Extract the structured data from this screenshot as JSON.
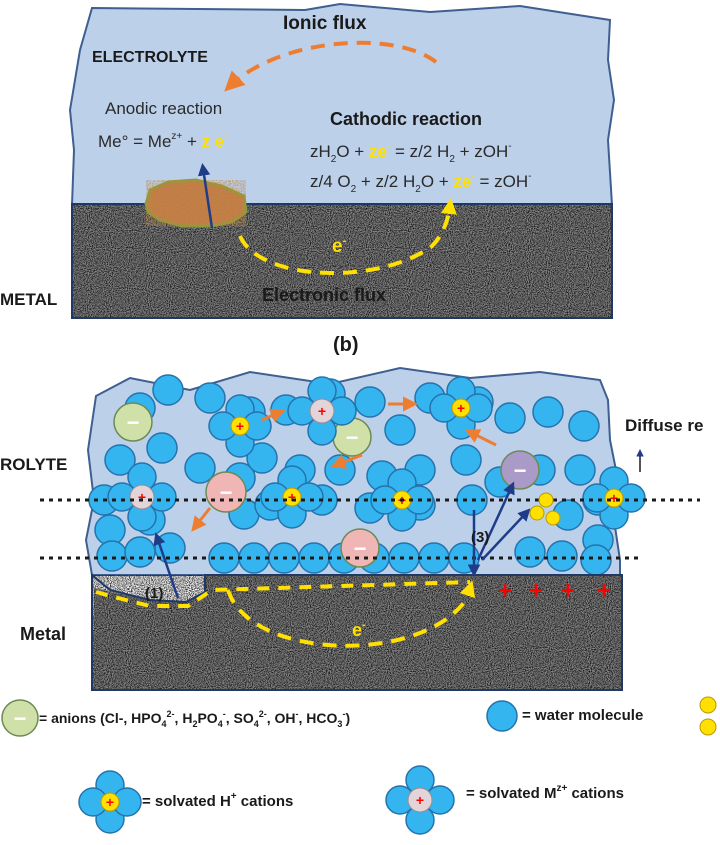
{
  "colors": {
    "electrolyte": "#bcd0ea",
    "electrolyte_stroke": "#3e5f8f",
    "metal_border": "#1f3864",
    "ionic_arrow": "#ed7d31",
    "electron_path": "#ffe000",
    "water": "#35b5f0",
    "water_stroke": "#2473ad",
    "anion_green": "#cfe0a8",
    "anion_pink": "#f0b6b6",
    "anion_purple": "#a99ac8",
    "cation_gray": "#e3d4d9",
    "plus_red": "#ff0000",
    "cation_yellow": "#ffe000",
    "vector_arrow": "#1f3c88"
  },
  "panel_a": {
    "electrolyte_label": "ELECTROLYTE",
    "ionic_flux": "Ionic flux",
    "anodic_title": "Anodic reaction",
    "anodic_eq_left": "Me° = Me",
    "anodic_eq_sup": "z+",
    "anodic_eq_plus": " + ",
    "anodic_eq_ze": "z e",
    "anodic_eq_ze_sup": "-",
    "cathodic_title": "Cathodic reaction",
    "eq1_a": "zH",
    "eq1_sub": "2",
    "eq1_b": "O + ",
    "eq1_ze": "ze",
    "eq1_ze_sup": "-",
    "eq1_c": " = z/2 H",
    "eq1_sub2": "2",
    "eq1_d": " + zOH",
    "eq1_sup": "-",
    "eq2_a": "z/4 O",
    "eq2_sub": "2",
    "eq2_b": " + z/2 H",
    "eq2_sub2": "2",
    "eq2_c": "O + ",
    "eq2_ze": "ze",
    "eq2_ze_sup": "-",
    "eq2_d": " = zOH",
    "eq2_sup": "-",
    "electron_label": "e",
    "electron_sup": "-",
    "metal_label": "METAL",
    "electronic_flux": "Electronic flux"
  },
  "panel_label": "(b)",
  "panel_b": {
    "electrolyte_label": "ROLYTE",
    "diffuse_label": "Diffuse re",
    "metal_label": "Metal",
    "path1_label": "(1)",
    "path3_label": "(3)",
    "minus": "−",
    "plus": "+",
    "electron_label": "e",
    "electron_sup": "-"
  },
  "legend": {
    "anion_prefix": "= anions (Cl-, HPO",
    "anion_sub1": "4",
    "anion_sup1": "2-",
    "anion_mid1": ", H",
    "anion_sub2": "2",
    "anion_mid2": "PO",
    "anion_sub3": "4",
    "anion_sup3": "-",
    "anion_mid3": ", SO",
    "anion_sub4": "4",
    "anion_sup4": "2-",
    "anion_mid4": ", OH",
    "anion_sup5": "-",
    "anion_mid5": ", HCO",
    "anion_sub6": "3",
    "anion_sup6": "-",
    "anion_end": ")",
    "water": "= water molecule",
    "h_cation_a": "= solvated H",
    "h_cation_sup": "+",
    "h_cation_b": " cations",
    "m_cation_a": "= solvated M",
    "m_cation_sup": "z+",
    "m_cation_b": " cations"
  }
}
